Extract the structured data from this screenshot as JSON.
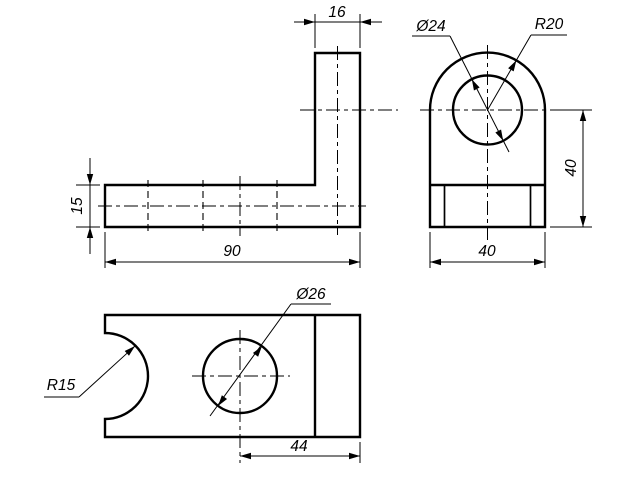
{
  "drawing": {
    "background": "#ffffff",
    "line_color": "#000000",
    "front_view": {
      "top_width": "16",
      "base_height": "15",
      "total_length": "90"
    },
    "side_view": {
      "hole_diameter": "Ø24",
      "top_radius": "R20",
      "height": "40",
      "width": "40"
    },
    "plan_view": {
      "hole_diameter": "Ø26",
      "slot_radius": "R15",
      "hole_offset": "44"
    }
  }
}
